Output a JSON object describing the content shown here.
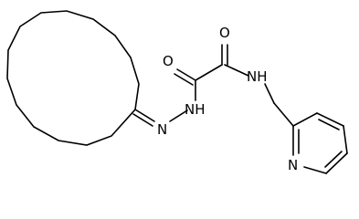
{
  "atoms": {
    "oxygen_left": "O",
    "oxygen_right": "O",
    "hydrazide_nh": "NH",
    "amide_nh": "NH",
    "imine_n": "N",
    "pyridine_n": "N"
  },
  "colors": {
    "bond": "#000000",
    "label": "#000000",
    "background": "#ffffff"
  }
}
